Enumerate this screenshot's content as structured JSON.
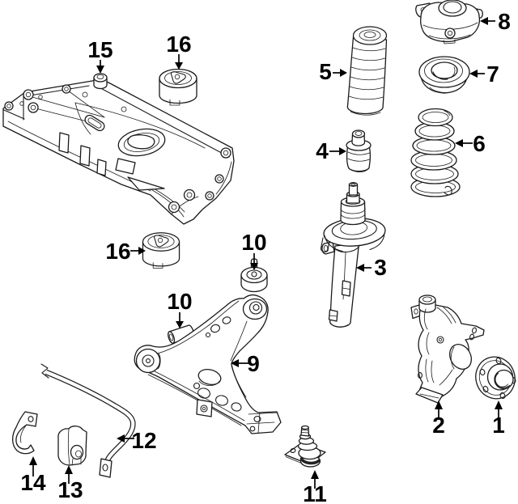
{
  "meta": {
    "background_color": "#ffffff",
    "line_color": "#1a1a1a",
    "label_color": "#000000",
    "figure": "exploded front suspension parts diagram"
  },
  "callouts": [
    {
      "number": "15"
    },
    {
      "number": "16"
    },
    {
      "number": "16"
    },
    {
      "number": "10"
    },
    {
      "number": "10"
    },
    {
      "number": "9"
    },
    {
      "number": "12"
    },
    {
      "number": "13"
    },
    {
      "number": "14"
    },
    {
      "number": "11"
    },
    {
      "number": "2"
    },
    {
      "number": "1"
    },
    {
      "number": "3"
    },
    {
      "number": "5"
    },
    {
      "number": "4"
    },
    {
      "number": "8"
    },
    {
      "number": "7"
    },
    {
      "number": "6"
    }
  ]
}
